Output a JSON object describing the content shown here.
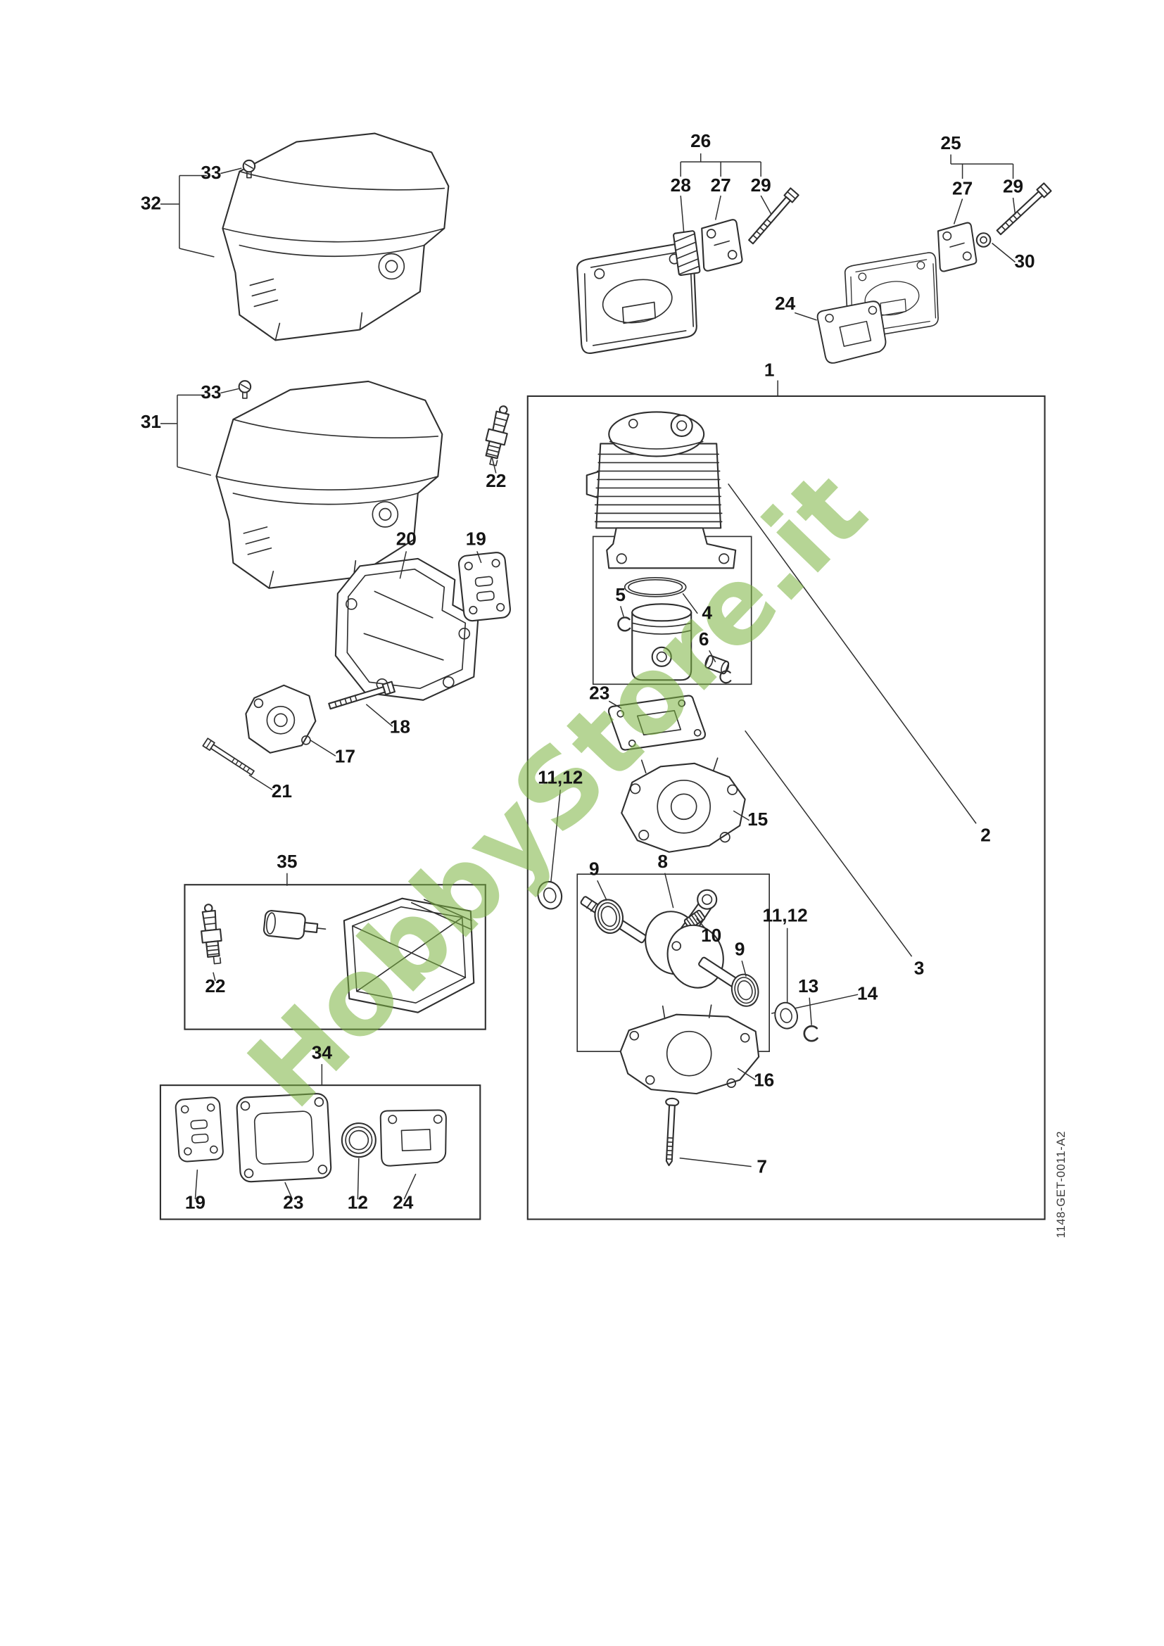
{
  "watermark": "HobbyStore.it",
  "doc_number": "1148-GET-0011-A2",
  "colors": {
    "watermark_green": "#7cb440",
    "line": "#2f2f2f"
  },
  "callouts": {
    "cover_screw_top": "33",
    "cover_top": "32",
    "cover_screw_bottom": "33",
    "cover_bottom": "31",
    "spark_plug": "22",
    "muffler_group": "26",
    "spark_screen": "28",
    "plate_left": "27",
    "bolt_left": "29",
    "muffler_group_right": "25",
    "plate_right": "27",
    "bolt_right": "29",
    "washer": "30",
    "exhaust_gasket": "24",
    "engine_assembly": "1",
    "shroud_plate": "20",
    "gasket_19": "19",
    "bolt_18": "18",
    "oil_pump": "17",
    "screw_21": "21",
    "circlip_5": "5",
    "piston_ring": "4",
    "piston_pin": "6",
    "cylinder_gasket": "23",
    "seal_left": "11,12",
    "crankcase_upper": "15",
    "bearing_left": "9",
    "crankshaft": "8",
    "needle_cage": "10",
    "bearing_right": "9",
    "seal_right": "11,12",
    "circlip_13": "13",
    "group_2": "2",
    "group_3": "3",
    "group_14": "14",
    "crankcase_lower": "16",
    "screw_7": "7",
    "kit_35": "35",
    "spark_plug_kit": "22",
    "kit_34": "34",
    "gasket_19_kit": "19",
    "gasket_23_kit": "23",
    "seal_12_kit": "12",
    "gasket_24_kit": "24"
  }
}
